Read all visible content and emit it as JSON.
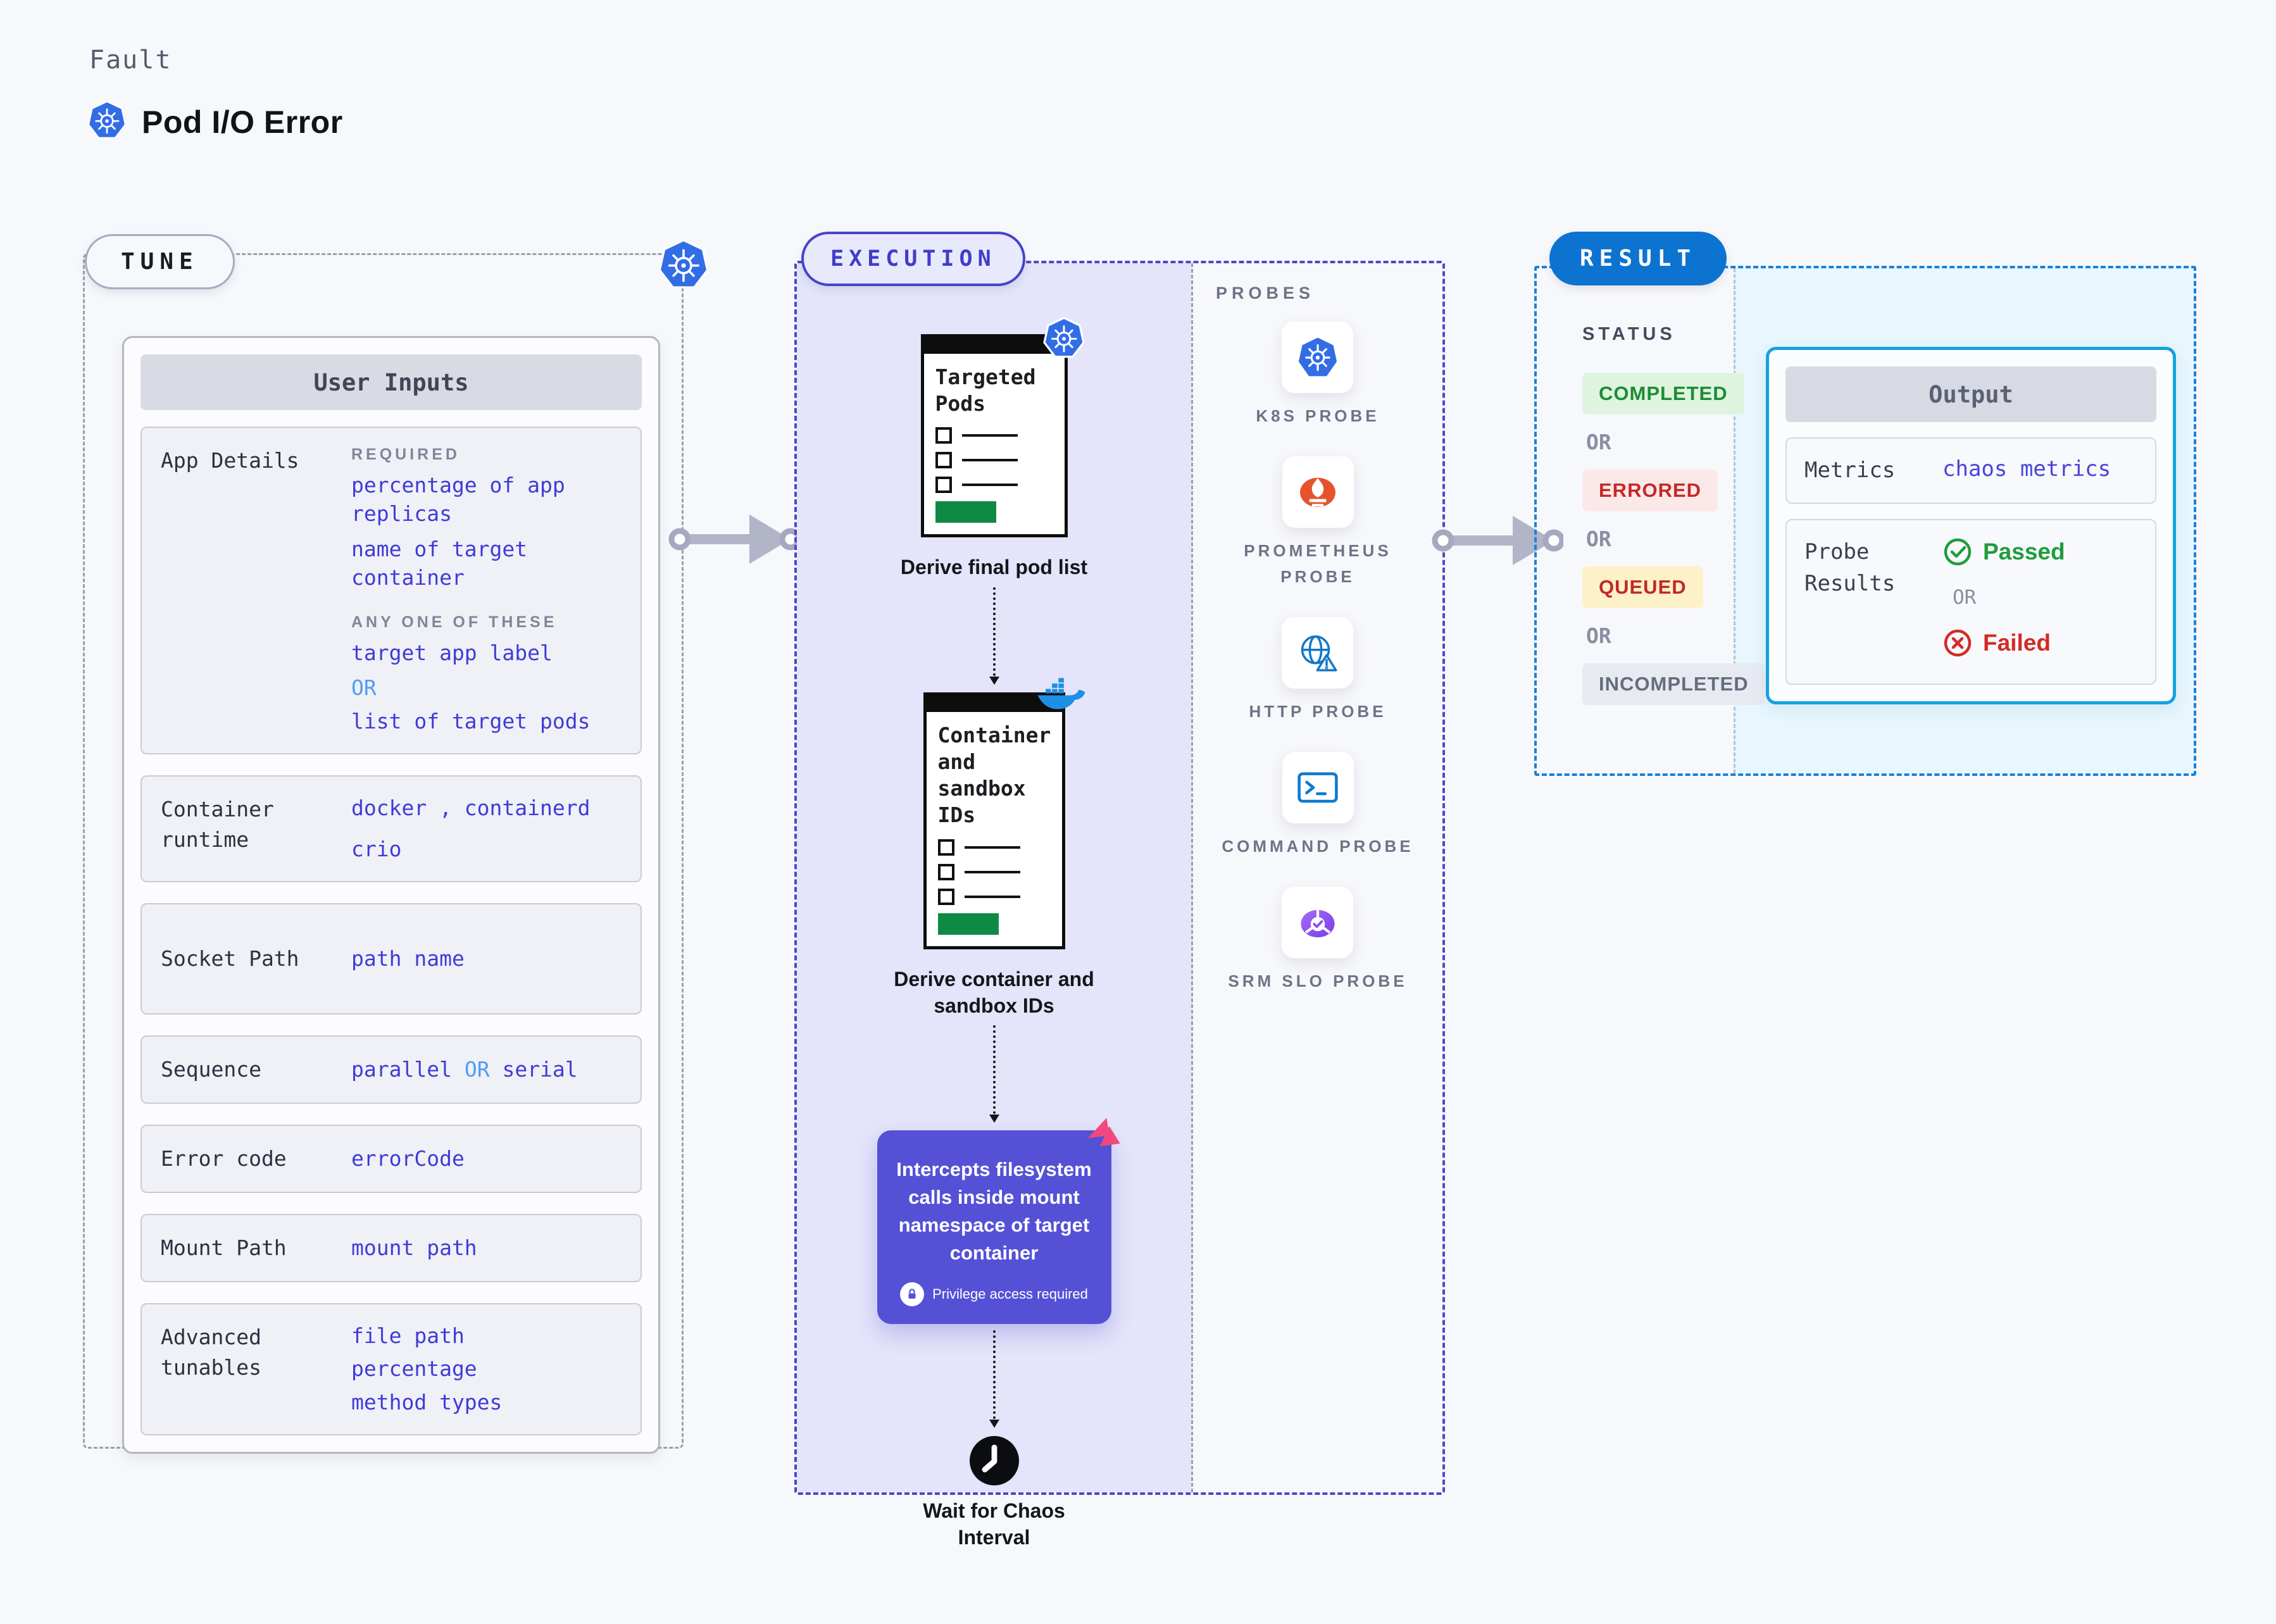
{
  "page": {
    "eyebrow": "Fault",
    "title": "Pod I/O Error"
  },
  "tune": {
    "pill": "TUNE",
    "card_title": "User Inputs",
    "app_details": {
      "label": "App Details",
      "required_caption": "REQUIRED",
      "required_value_1": "percentage of app replicas",
      "required_value_2": "name of target container",
      "any_caption": "ANY ONE OF THESE",
      "any_value_1": "target app label",
      "or": "OR",
      "any_value_2": "list of target pods"
    },
    "container_runtime": {
      "label": "Container runtime",
      "value_1": "docker , containerd",
      "value_2": "crio"
    },
    "socket_path": {
      "label": "Socket Path",
      "value": "path name"
    },
    "sequence": {
      "label": "Sequence",
      "value_1": "parallel",
      "or": "OR",
      "value_2": "serial"
    },
    "error_code": {
      "label": "Error code",
      "value": "errorCode"
    },
    "mount_path": {
      "label": "Mount Path",
      "value": "mount path"
    },
    "advanced_tunables": {
      "label": "Advanced tunables",
      "value_1": "file path",
      "value_2": "percentage",
      "value_3": "method types"
    }
  },
  "execution": {
    "pill": "EXECUTION",
    "step1": {
      "doc_title": "Targeted Pods",
      "caption": "Derive final pod list"
    },
    "step2": {
      "doc_title": "Container and sandbox IDs",
      "caption": "Derive container and sandbox IDs"
    },
    "intercept": {
      "text": "Intercepts filesystem calls inside mount namespace of target container",
      "privilege": "Privilege access required"
    },
    "wait_caption": "Wait for Chaos Interval",
    "probes": {
      "label": "PROBES",
      "items": [
        {
          "label": "K8S PROBE",
          "icon": "kubernetes-icon"
        },
        {
          "label": "PROMETHEUS PROBE",
          "icon": "prometheus-icon"
        },
        {
          "label": "HTTP PROBE",
          "icon": "http-globe-icon"
        },
        {
          "label": "COMMAND PROBE",
          "icon": "terminal-icon"
        },
        {
          "label": "SRM SLO PROBE",
          "icon": "srm-slo-icon"
        }
      ]
    }
  },
  "result": {
    "pill": "RESULT",
    "status_label": "STATUS",
    "or": "OR",
    "statuses": [
      {
        "label": "COMPLETED",
        "fg": "#1d8c35",
        "bg": "#def4df"
      },
      {
        "label": "ERRORED",
        "fg": "#c62828",
        "bg": "#fbe9e9"
      },
      {
        "label": "QUEUED",
        "fg": "#c02929",
        "bg": "#fdf1c7"
      },
      {
        "label": "INCOMPLETED",
        "fg": "#666c80",
        "bg": "#e8eaf1"
      }
    ],
    "output": {
      "title": "Output",
      "metrics_label": "Metrics",
      "metrics_value": "chaos metrics",
      "probe_results_label": "Probe Results",
      "passed": "Passed",
      "or": "OR",
      "failed": "Failed"
    }
  },
  "colors": {
    "accent_indigo": "#4a48cb",
    "accent_blue": "#1583dc",
    "value_blue": "#3f3bd8",
    "or_blue": "#4f9cf6",
    "intercept_purple": "#5451d6",
    "passed_green": "#1f9d3c",
    "failed_red": "#d32b25",
    "doc_green": "#0f8a44",
    "k8s_blue": "#326de6",
    "prometheus_orange": "#e6522c",
    "docker_blue": "#1d90e4",
    "srm_purple": "#8a4ef0",
    "chaos_pink": "#f0487f"
  }
}
